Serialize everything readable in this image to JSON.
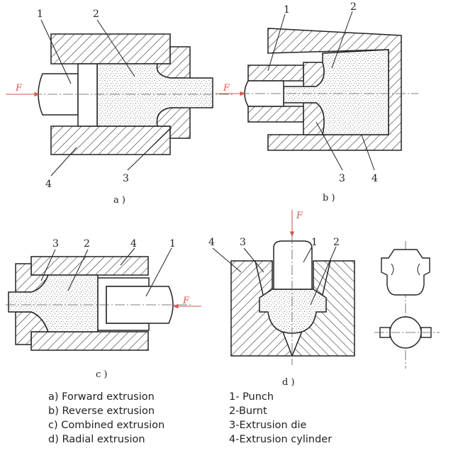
{
  "force_label": "F",
  "panels": {
    "a": {
      "caption": "a )",
      "callouts": {
        "c1": "1",
        "c2": "2",
        "c3": "3",
        "c4": "4"
      }
    },
    "b": {
      "caption": "b )",
      "callouts": {
        "c1": "1",
        "c2": "2",
        "c3": "3",
        "c4": "4"
      }
    },
    "c": {
      "caption": "c )",
      "callouts": {
        "c1": "1",
        "c2": "2",
        "c3": "3",
        "c4": "4"
      }
    },
    "d": {
      "caption": "d )",
      "callouts": {
        "c1": "1",
        "c2": "2",
        "c3": "3",
        "c4": "4"
      }
    }
  },
  "legend": {
    "processes": [
      "a) Forward extrusion",
      "b) Reverse extrusion",
      "c) Combined extrusion",
      "d) Radial extrusion"
    ],
    "parts": [
      "1- Punch",
      "2-Burnt",
      "3-Extrusion die",
      "4-Extrusion cylinder"
    ]
  },
  "colors": {
    "line": "#222222",
    "force_arrow": "#d05a4a",
    "stipple": "#555555"
  }
}
